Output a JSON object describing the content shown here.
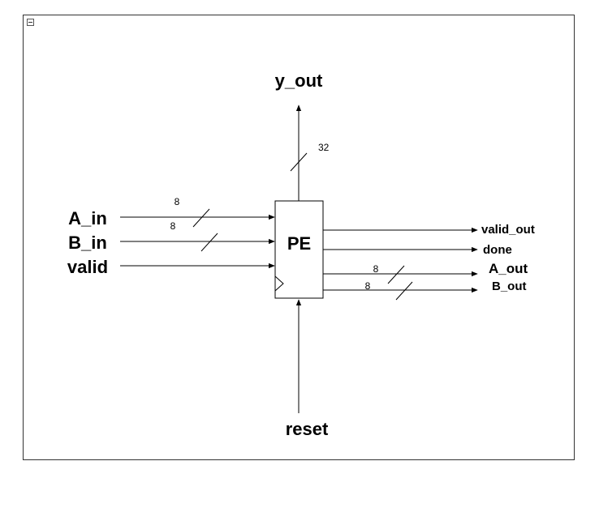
{
  "diagram": {
    "block": {
      "label": "PE"
    },
    "top_output": {
      "label": "y_out",
      "width": "32"
    },
    "bottom_input": {
      "label": "reset"
    },
    "inputs": [
      {
        "label": "A_in",
        "width": "8"
      },
      {
        "label": "B_in",
        "width": "8"
      },
      {
        "label": "valid"
      }
    ],
    "outputs": [
      {
        "label": "valid_out"
      },
      {
        "label": "done"
      },
      {
        "label": "A_out",
        "width": "8"
      },
      {
        "label": "B_out",
        "width": "8"
      }
    ],
    "colors": {
      "stroke": "#000000",
      "background": "#ffffff",
      "frame": "#333333"
    }
  }
}
